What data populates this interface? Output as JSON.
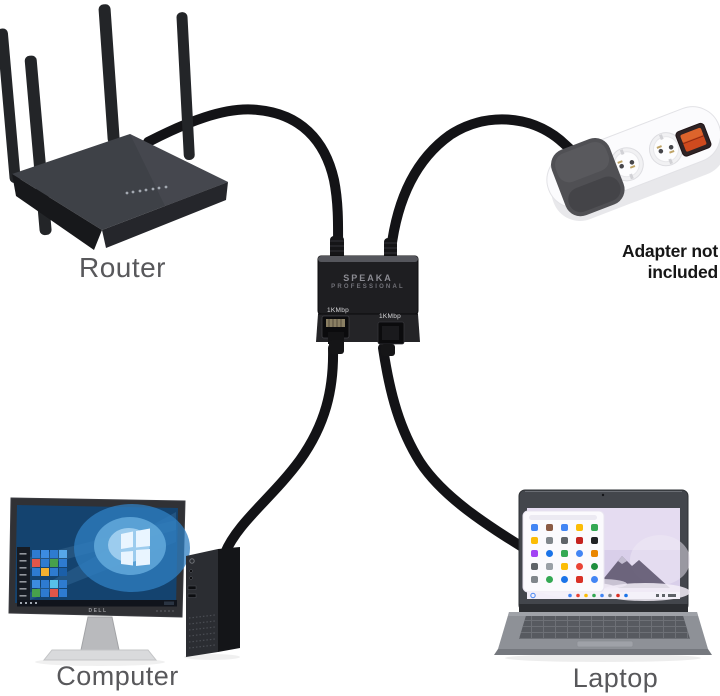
{
  "labels": {
    "router": "Router",
    "computer": "Computer",
    "laptop": "Laptop",
    "adapter_note": "Adapter not included"
  },
  "splitter": {
    "brand": "SPEAKA",
    "brand_sub": "PROFESSIONAL",
    "port_left_label": "1KMbp",
    "port_right_label": "1KMbp"
  },
  "computer": {
    "monitor_brand": "DELL"
  },
  "colors": {
    "background": "#ffffff",
    "cable": "#131316",
    "label_text": "#58585b",
    "note_text": "#161616",
    "splitter_body": "#1e1e21",
    "router_body": "#3e4147",
    "power_strip": "#fbfbfd",
    "switch_red": "#cf4a1e",
    "windows_wallpaper_blue": "#2f7fc2",
    "chromeos_wallpaper_lavender": "#d9cfea"
  }
}
